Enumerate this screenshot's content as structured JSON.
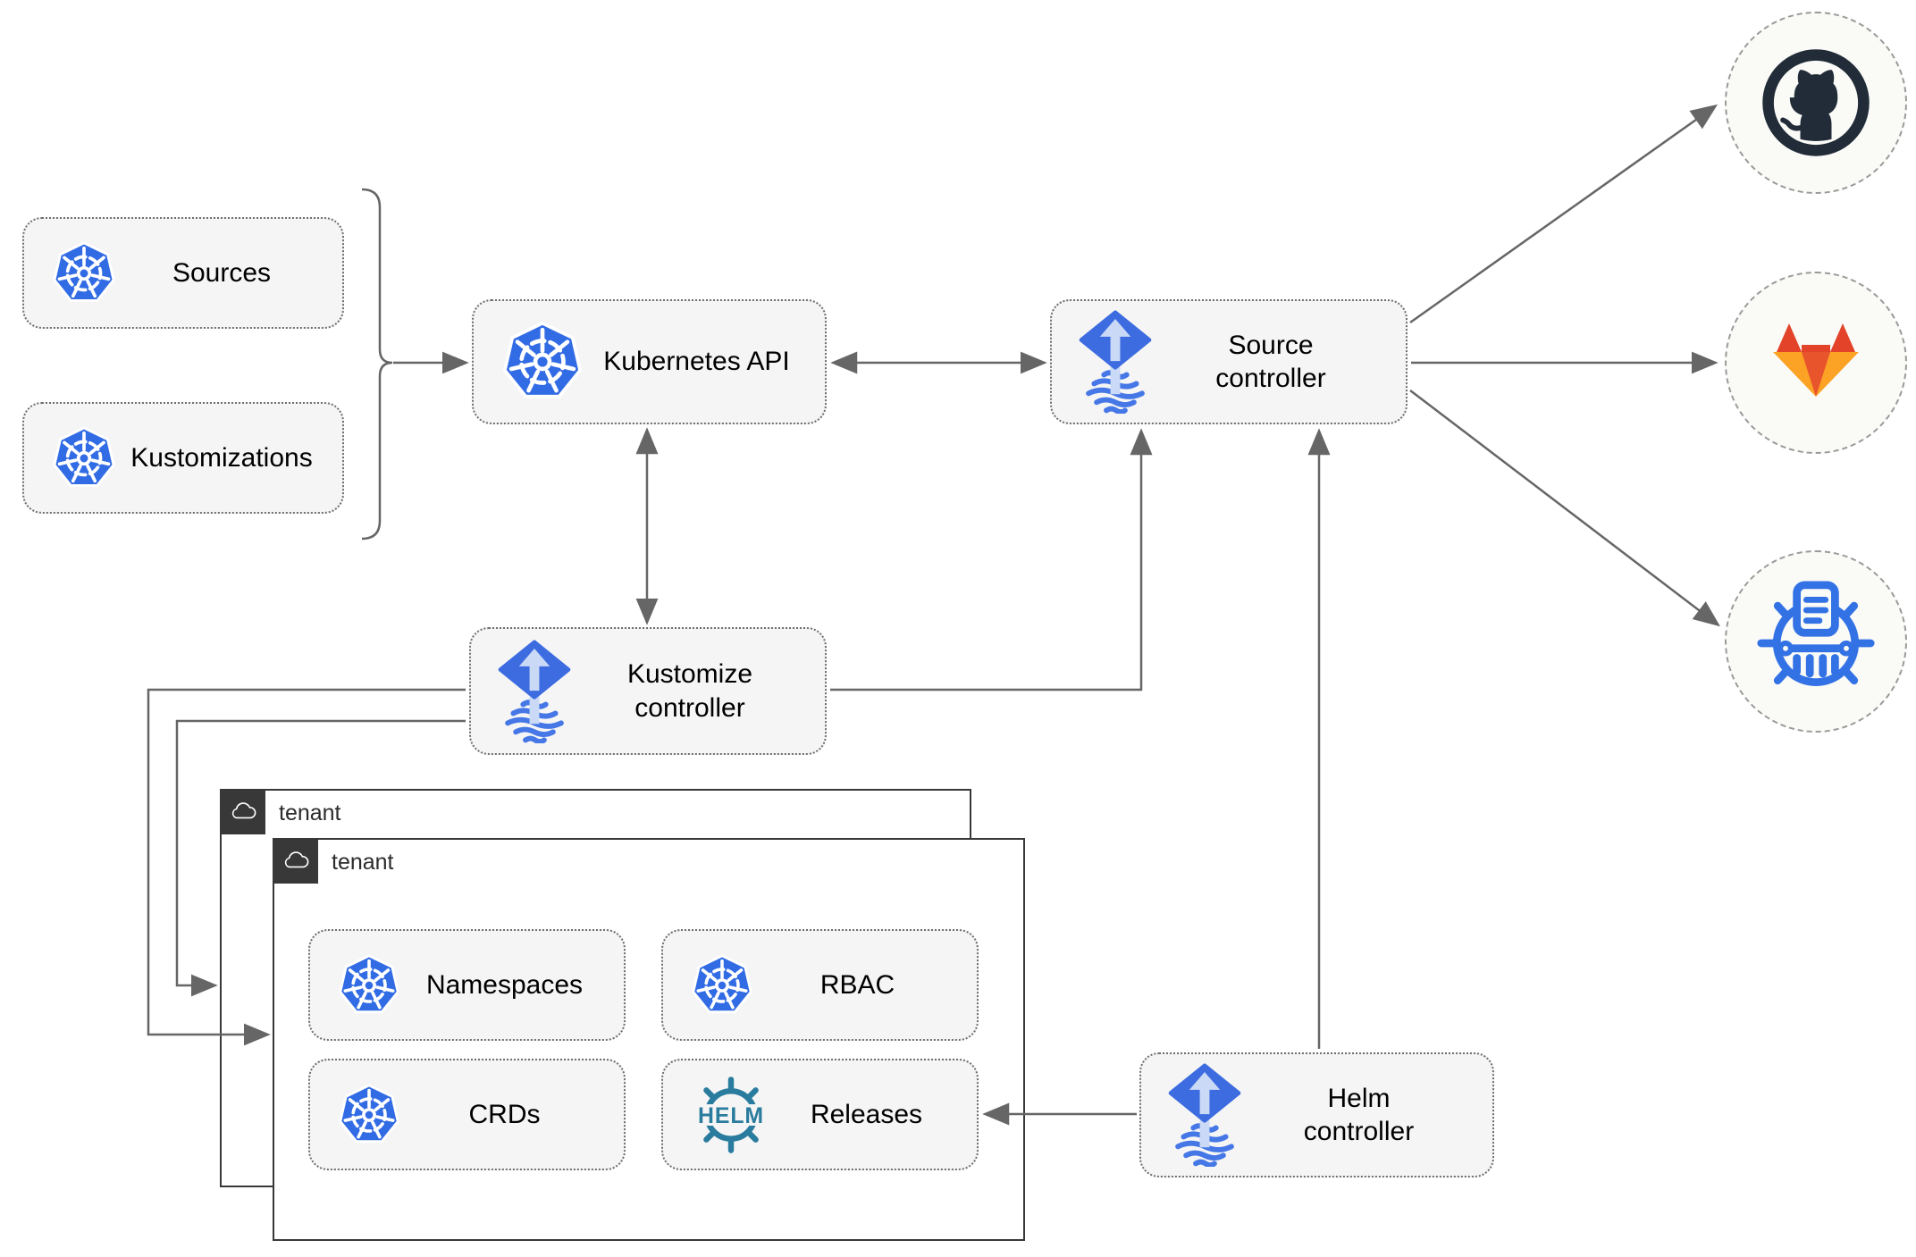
{
  "nodes": {
    "sources": {
      "label": "Sources",
      "icon": "kubernetes-icon"
    },
    "kustomizations": {
      "label": "Kustomizations",
      "icon": "kubernetes-icon"
    },
    "kubernetes_api": {
      "label": "Kubernetes API",
      "icon": "kubernetes-icon"
    },
    "source_controller": {
      "label": "Source controller",
      "icon": "flux-icon"
    },
    "kustomize_controller": {
      "label": "Kustomize controller",
      "icon": "flux-icon"
    },
    "helm_controller": {
      "label": "Helm controller",
      "icon": "flux-icon"
    },
    "namespaces": {
      "label": "Namespaces",
      "icon": "kubernetes-icon"
    },
    "rbac": {
      "label": "RBAC",
      "icon": "kubernetes-icon"
    },
    "crds": {
      "label": "CRDs",
      "icon": "kubernetes-icon"
    },
    "releases": {
      "label": "Releases",
      "icon": "helm-icon"
    }
  },
  "containers": {
    "tenant_back": {
      "label": "tenant",
      "icon": "cloud-icon"
    },
    "tenant_front": {
      "label": "tenant",
      "icon": "cloud-icon"
    }
  },
  "remotes": {
    "github": {
      "icon": "github-icon"
    },
    "gitlab": {
      "icon": "gitlab-icon"
    },
    "chartmuseum": {
      "icon": "chartmuseum-icon"
    }
  },
  "helm_logo_text": "HELM",
  "colors": {
    "kubernetes_blue": "#326CE5",
    "flux_blue": "#3D6CE0",
    "flux_wave": "#4577E6",
    "flux_arrow_light": "#C9D9F6",
    "helm_teal": "#2A7C9E",
    "chartmuseum_blue": "#3272E5",
    "github_dark": "#212C38",
    "gitlab_red": "#E24329",
    "gitlab_orange": "#E8542B",
    "gitlab_yellow": "#FCA326",
    "wire_gray": "#666666",
    "node_fill": "#F5F5F5",
    "tenant_dark": "#383838"
  }
}
